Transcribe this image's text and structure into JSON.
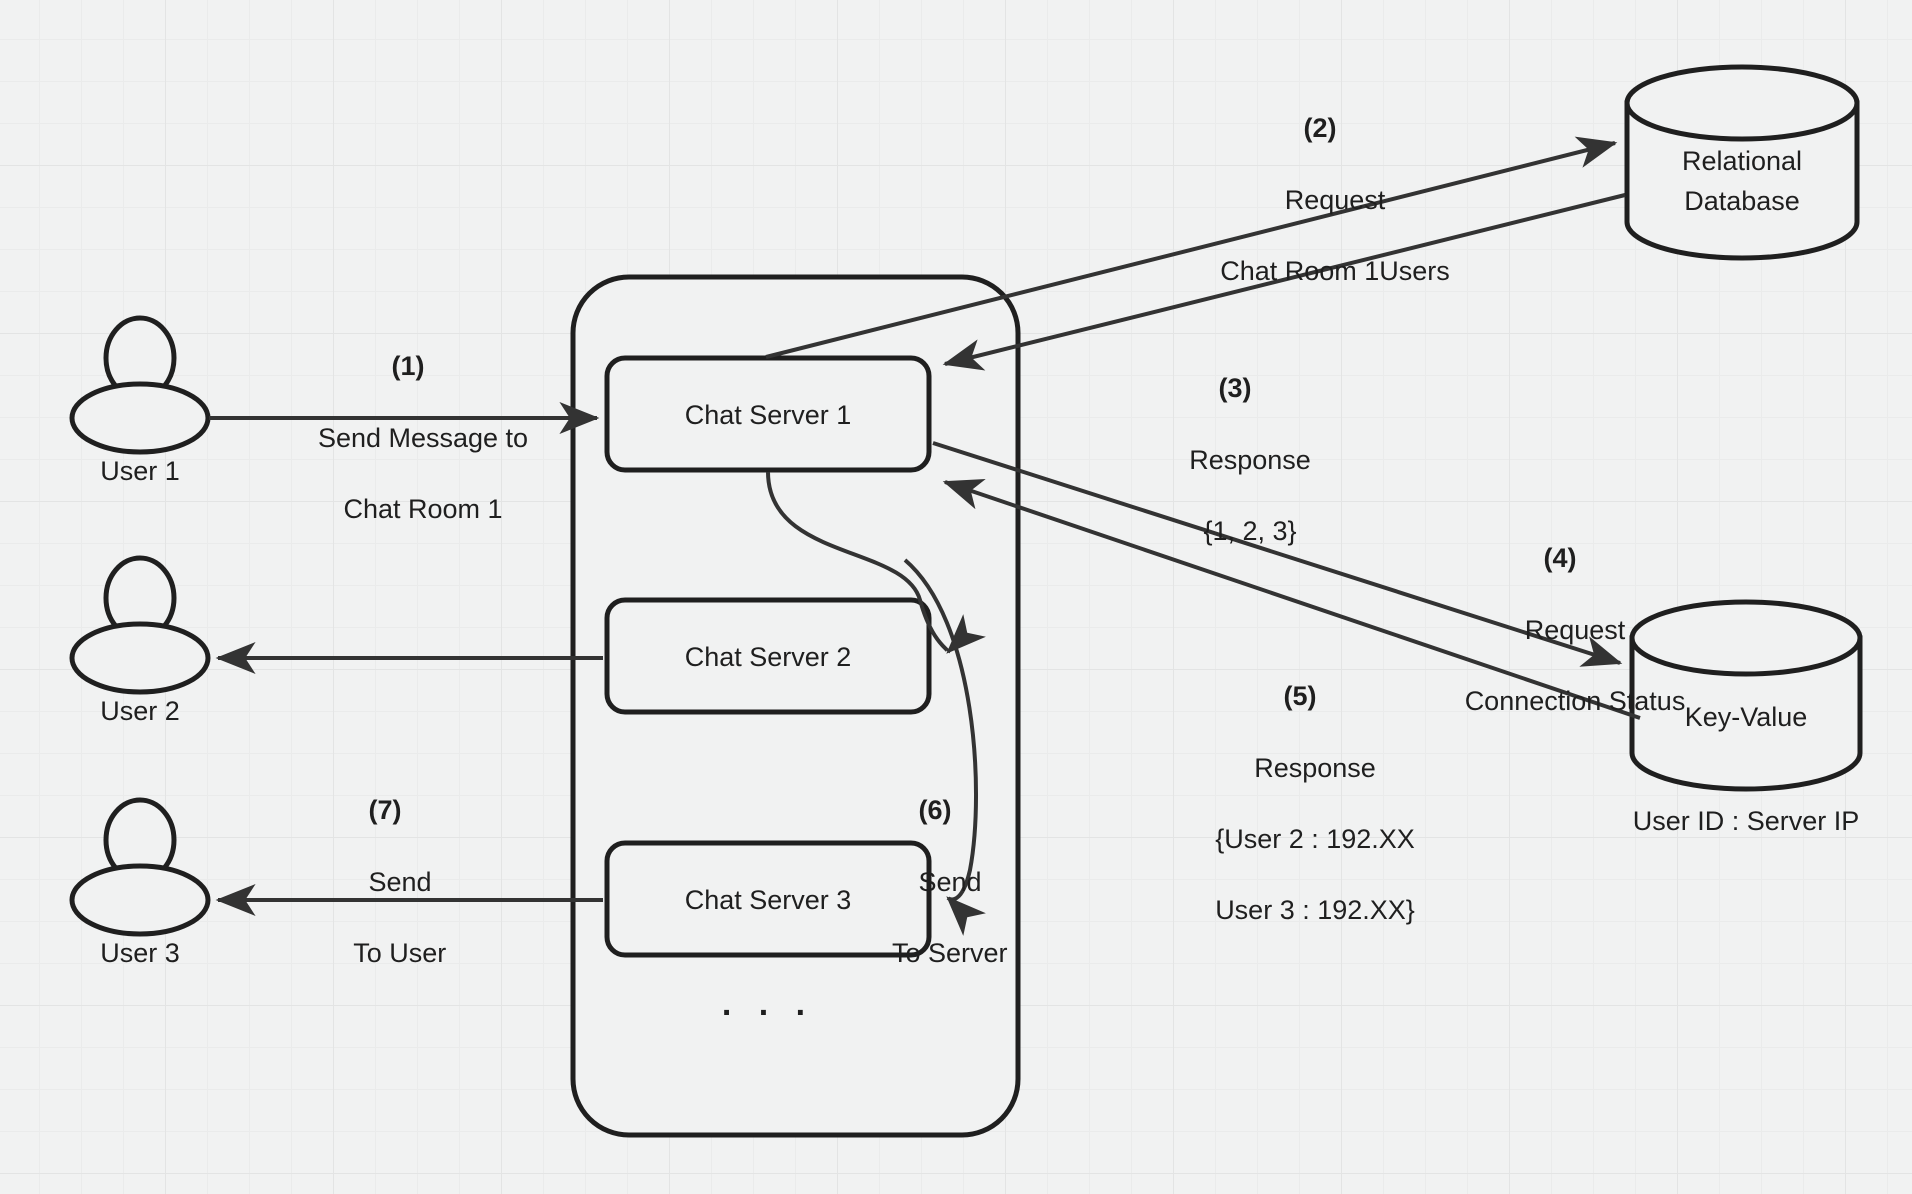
{
  "diagram": {
    "title": "Chat system message fan-out architecture",
    "background_color": "#f1f2f2",
    "line_color": "#333333",
    "text_color": "#1f1f1f"
  },
  "actors": [
    {
      "id": "user1",
      "label": "User 1"
    },
    {
      "id": "user2",
      "label": "User 2"
    },
    {
      "id": "user3",
      "label": "User 3"
    }
  ],
  "servers": {
    "items": [
      {
        "id": "chat-server-1",
        "label": "Chat Server 1"
      },
      {
        "id": "chat-server-2",
        "label": "Chat Server 2"
      },
      {
        "id": "chat-server-3",
        "label": "Chat Server 3"
      }
    ],
    "more_indicator": ". . ."
  },
  "datastores": [
    {
      "id": "relational-database",
      "line1": "Relational",
      "line2": "Database",
      "caption": ""
    },
    {
      "id": "key-value-store",
      "line1": "Key-Value",
      "line2": "",
      "caption": "User ID : Server IP"
    }
  ],
  "steps": [
    {
      "number": "(1)",
      "lines": [
        "Send Message to",
        "Chat Room 1"
      ]
    },
    {
      "number": "(2)",
      "lines": [
        "Request",
        "Chat Room 1Users"
      ]
    },
    {
      "number": "(3)",
      "lines": [
        "Response",
        "{1, 2, 3}"
      ]
    },
    {
      "number": "(4)",
      "lines": [
        "Request",
        "Connection Status"
      ]
    },
    {
      "number": "(5)",
      "lines": [
        "Response",
        "{User 2 : 192.XX",
        "User 3 : 192.XX}"
      ]
    },
    {
      "number": "(6)",
      "lines": [
        "Send",
        "To Server"
      ]
    },
    {
      "number": "(7)",
      "lines": [
        "Send",
        "To User"
      ]
    }
  ]
}
